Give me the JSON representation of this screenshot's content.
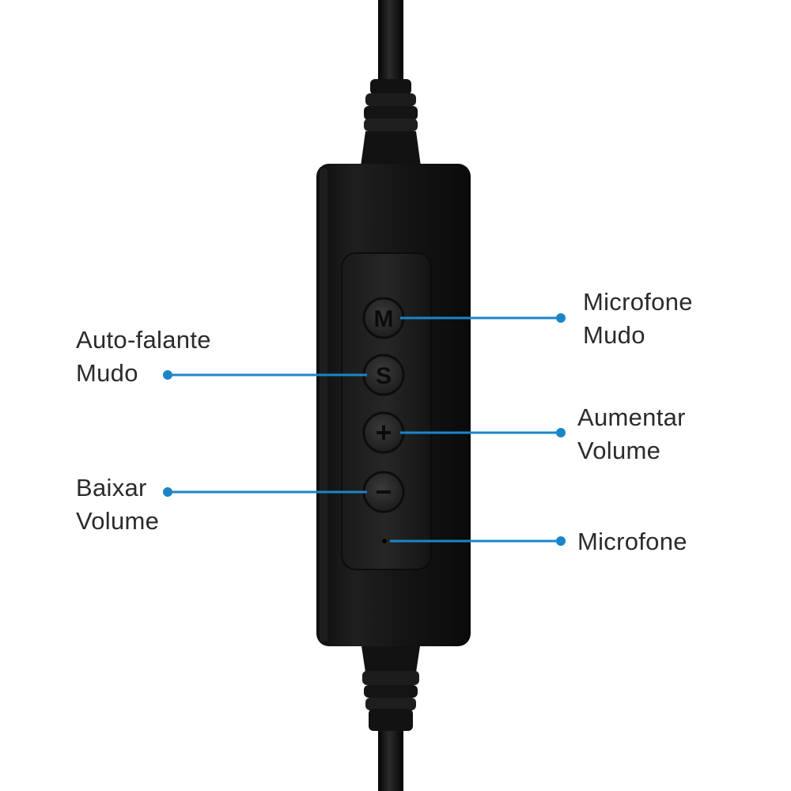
{
  "accent_color": "#1a86c8",
  "device": {
    "buttons": [
      {
        "glyph": "M",
        "icon": "microphone-mute-button"
      },
      {
        "glyph": "S",
        "icon": "speaker-mute-button"
      },
      {
        "glyph": "+",
        "icon": "volume-up-button"
      },
      {
        "glyph": "−",
        "icon": "volume-down-button"
      }
    ]
  },
  "callouts": {
    "mic_mute": {
      "line1": "Microfone",
      "line2": "Mudo"
    },
    "speaker_mute": {
      "line1": "Auto-falante",
      "line2": "Mudo"
    },
    "volume_up": {
      "line1": "Aumentar",
      "line2": "Volume"
    },
    "volume_down": {
      "line1": "Baixar",
      "line2": "Volume"
    },
    "microphone": {
      "line1": "Microfone"
    }
  }
}
